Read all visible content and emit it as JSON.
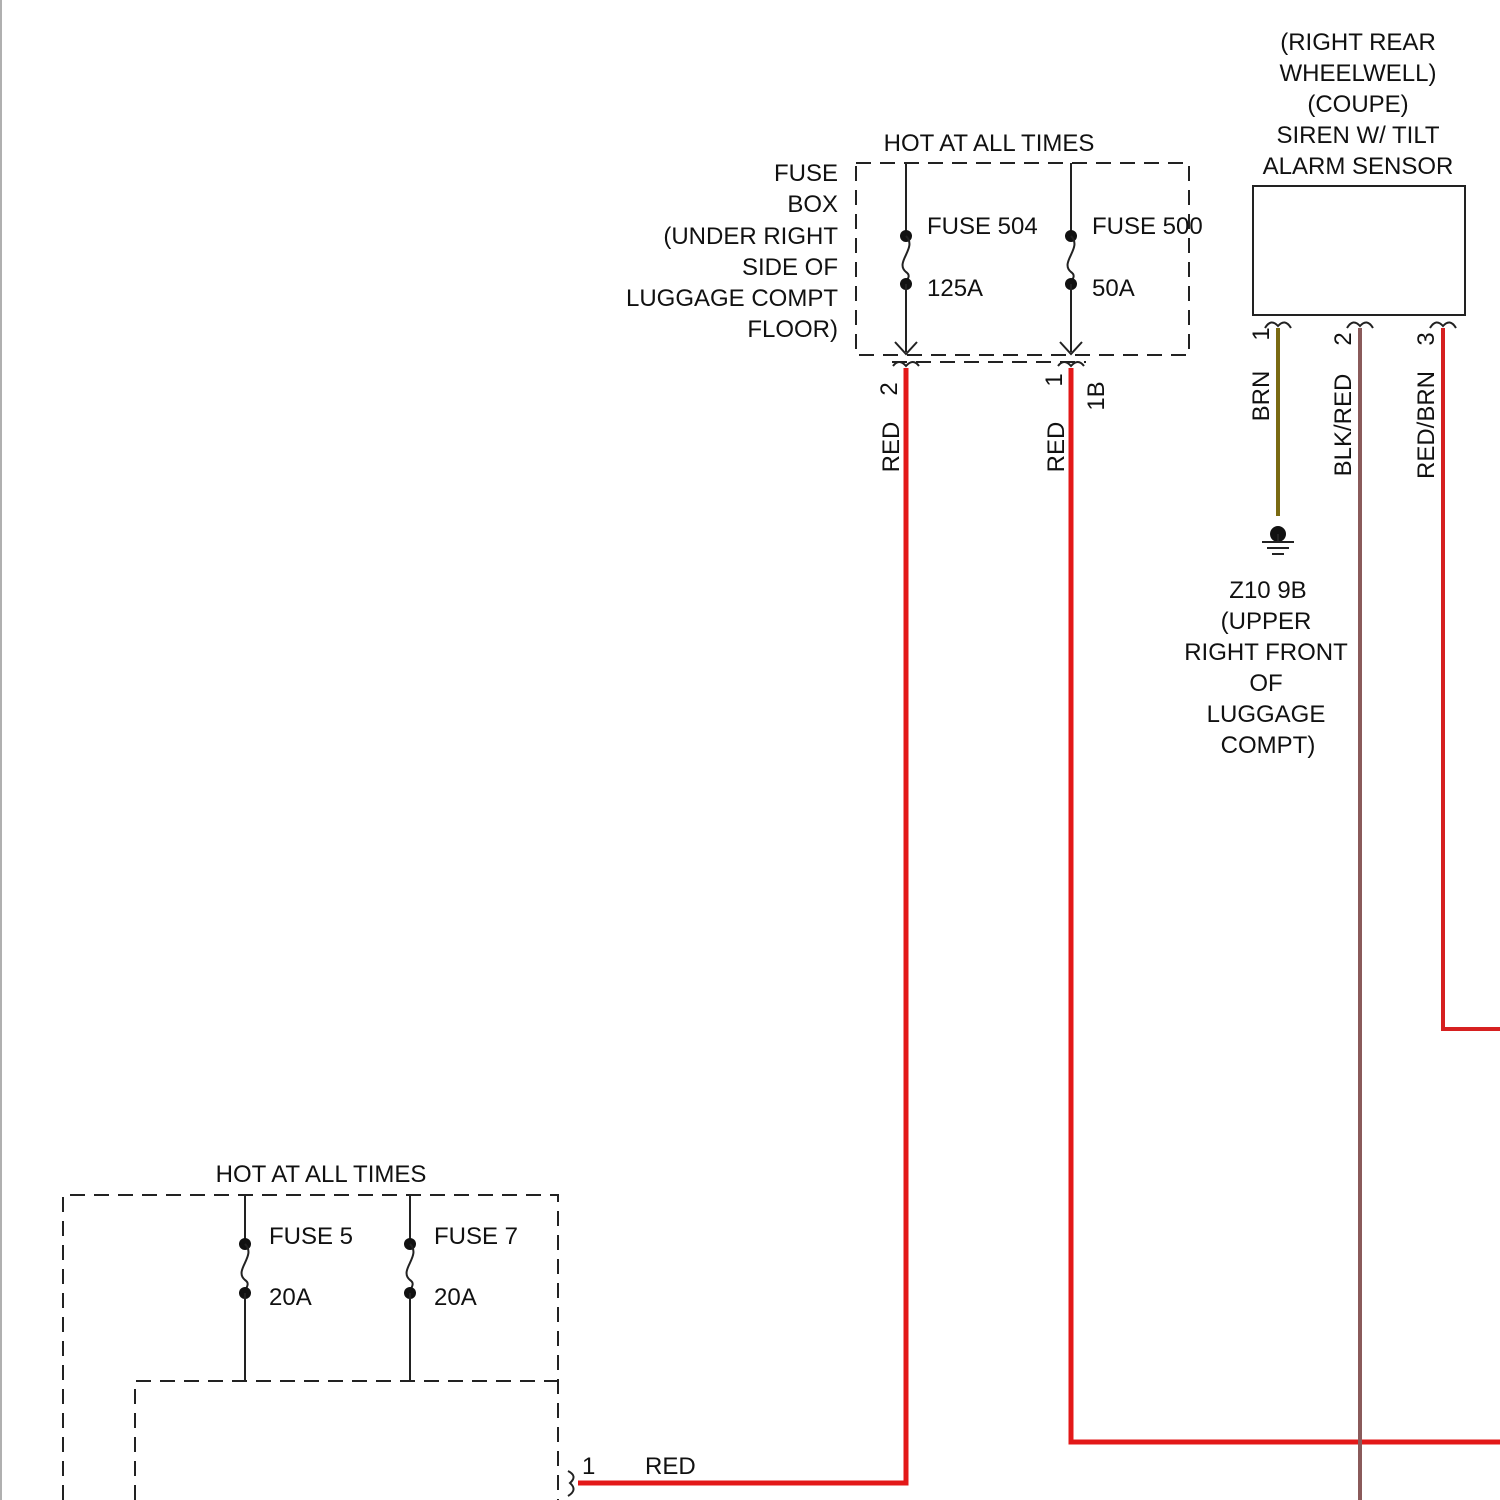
{
  "colors": {
    "red_wire": "#e31818",
    "brown_wire": "#7a6a12",
    "black_red_wire": "#8a5a5a",
    "red_brown_wire": "#d62020",
    "line": "#222222",
    "page_edge": "#b0b0b0"
  },
  "fuse_box_main": {
    "title": "HOT AT ALL TIMES",
    "location": [
      "FUSE",
      "BOX",
      "(UNDER RIGHT",
      "SIDE OF",
      "LUGGAGE COMPT",
      "FLOOR)"
    ],
    "fuse_504": {
      "name": "FUSE 504",
      "rating": "125A"
    },
    "fuse_500": {
      "name": "FUSE 500",
      "rating": "50A"
    },
    "pin_fuse_504": "2",
    "pin_fuse_500": "1",
    "pin_fuse_500_alt": "1B",
    "wire_fuse_504": "RED",
    "wire_fuse_500": "RED"
  },
  "siren": {
    "label": [
      "(RIGHT REAR",
      "WHEELWELL)",
      "(COUPE)",
      "SIREN W/ TILT",
      "ALARM SENSOR"
    ],
    "pins": [
      "1",
      "2",
      "3"
    ],
    "wires": [
      "BRN",
      "BLK/RED",
      "RED/BRN"
    ]
  },
  "ground": {
    "id": "Z10 9B",
    "location": [
      "(UPPER",
      "RIGHT FRONT",
      "OF",
      "LUGGAGE",
      "COMPT)"
    ]
  },
  "fuse_box_lower": {
    "title": "HOT AT ALL TIMES",
    "fuse_5": {
      "name": "FUSE 5",
      "rating": "20A"
    },
    "fuse_7": {
      "name": "FUSE 7",
      "rating": "20A"
    },
    "pin_out": "1",
    "wire_out": "RED"
  }
}
